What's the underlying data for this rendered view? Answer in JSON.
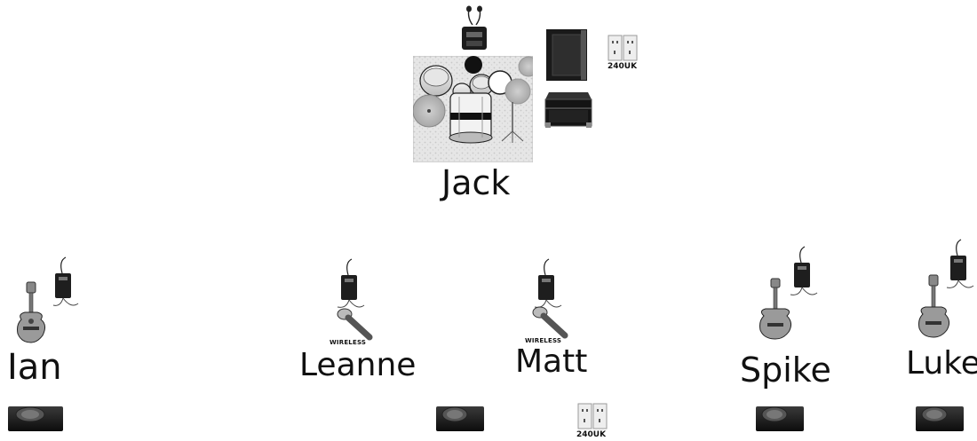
{
  "stage_plot": {
    "drummer": {
      "name": "Jack"
    },
    "outlets": [
      {
        "label": "240UK"
      },
      {
        "label": "240UK"
      }
    ],
    "musicians": [
      {
        "name": "Ian",
        "instrument": "guitar"
      },
      {
        "name": "Leanne",
        "instrument": "wireless microphone",
        "mic_label": "WIRELESS"
      },
      {
        "name": "Matt",
        "instrument": "wireless microphone",
        "mic_label": "WIRELESS"
      },
      {
        "name": "Spike",
        "instrument": "bass guitar"
      },
      {
        "name": "Luke",
        "instrument": "guitar"
      }
    ],
    "icons": [
      "drum-kit-icon",
      "in-ear-monitor-icon",
      "bass-amp-cabinet-icon",
      "flight-case-icon",
      "power-outlet-icon",
      "guitar-icon",
      "bass-guitar-icon",
      "bodypack-transmitter-icon",
      "wireless-microphone-icon",
      "wedge-monitor-icon"
    ]
  }
}
